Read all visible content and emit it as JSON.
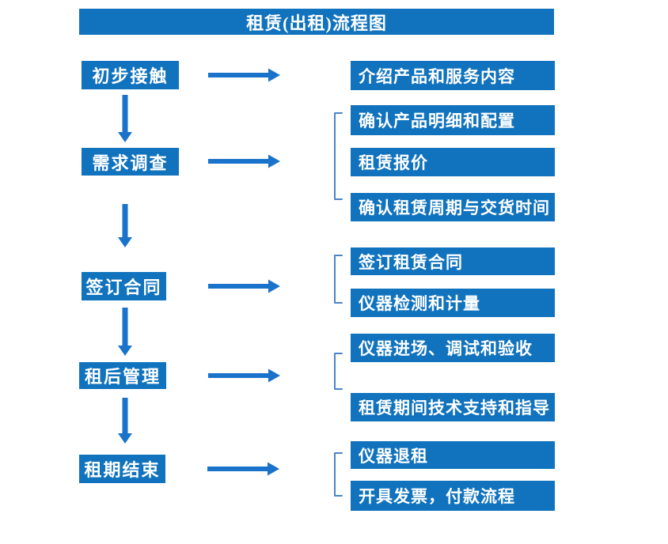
{
  "title": "租赁(出租)流程图",
  "colors": {
    "box_blue": "#1173bd",
    "arrow_blue": "#1a73ca",
    "bracket_blue": "#4a85c8",
    "text_white": "#ffffff"
  },
  "steps": [
    {
      "label": "初步接触",
      "details": [
        "介绍产品和服务内容"
      ]
    },
    {
      "label": "需求调查",
      "details": [
        "确认产品明细和配置",
        "租赁报价",
        "确认租赁周期与交货时间"
      ]
    },
    {
      "label": "签订合同",
      "details": [
        "签订租赁合同",
        "仪器检测和计量"
      ]
    },
    {
      "label": "租后管理",
      "details": [
        "仪器进场、调试和验收",
        "租赁期间技术支持和指导"
      ]
    },
    {
      "label": "租期结束",
      "details": [
        "仪器退租",
        "开具发票，付款流程"
      ]
    }
  ]
}
